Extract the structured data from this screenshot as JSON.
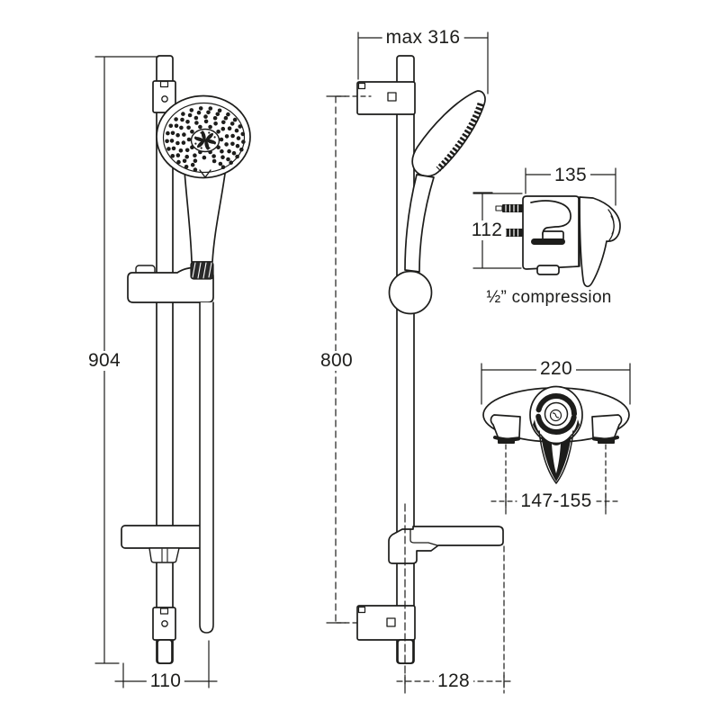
{
  "diagram": {
    "colors": {
      "background": "#ffffff",
      "line": "#1d1d1b"
    },
    "views": {
      "rail_front": {
        "dims": {
          "total_height": "904",
          "soap_dish_width": "110"
        }
      },
      "rail_side": {
        "dims": {
          "max_reach": "max 316",
          "fixing_centers": "800",
          "soap_dish_depth": "128"
        }
      },
      "valve_side": {
        "dims": {
          "width": "135",
          "height": "112"
        },
        "caption": "½” compression"
      },
      "valve_front": {
        "dims": {
          "width": "220",
          "fixing_centers": "147-155"
        }
      }
    }
  }
}
